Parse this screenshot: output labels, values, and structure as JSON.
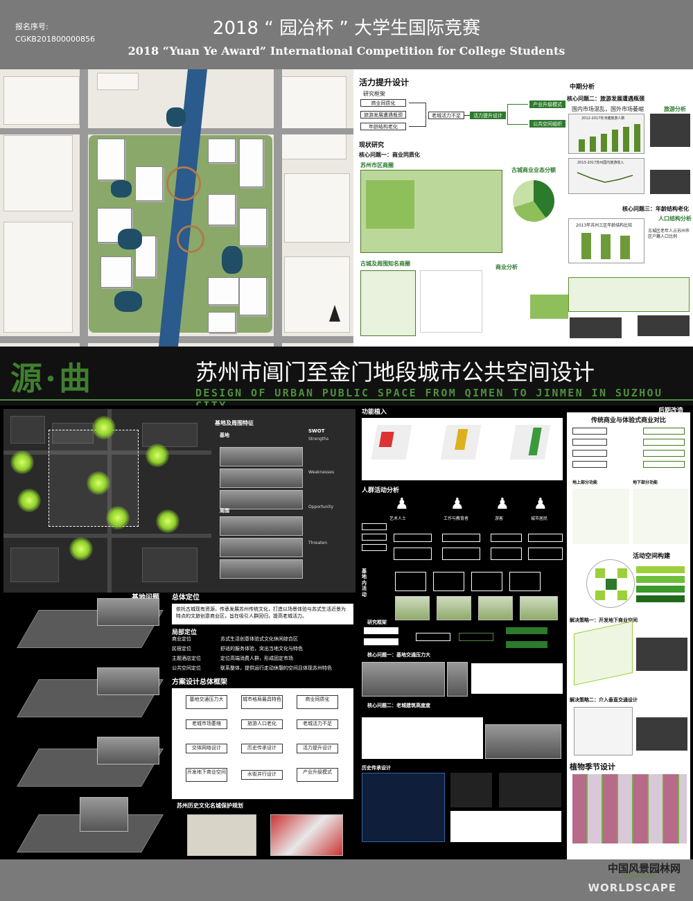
{
  "header": {
    "reg_label": "报名序号:",
    "reg_no": "CGKB201800000856",
    "title_cn": "2018 “ 园冶杯 ” 大学生国际竞赛",
    "title_en": "2018 “Yuan Ye Award” International Competition for College Students"
  },
  "top": {
    "vitality": "活力提升设计",
    "framework": "研究框架",
    "fw_left": [
      "商业同质化",
      "旅游发展遭遇瓶颈",
      "年龄结构老化"
    ],
    "fw_mid": "老城活力不足",
    "fw_mid2": "活力提升设计",
    "fw_right": [
      "产业升级模式",
      "公共空间组织"
    ],
    "status": "现状研究",
    "q1": "核心问题一：商业同质化",
    "suzhou_map": "苏州市区商圈",
    "old_city_share": "古城商业业态分额",
    "old_city_brands": "古城及周围知名商圈",
    "commerce_analysis": "商业分析",
    "midterm": "中期分析",
    "q2": "核心问题二：旅游发展遭遇瓶颈",
    "domestic": "国内市场混乱，国外市场萎缩",
    "tourism": "旅游分析",
    "q3": "核心问题三：年龄结构老化",
    "population": "人口结构分析",
    "chart1": "2012-2017年河塘旅游人数",
    "chart2": "2013-2017苏州国内旅游收入",
    "chart3": "2013年苏州三区年龄结构比较",
    "chart3_note": "古城区老年人占苏州市区户籍人口比例"
  },
  "band": {
    "mark": "源·曲",
    "project_cn": "苏州市阊门至金门地段城市公共空间设计",
    "project_en": "DESIGN OF URBAN PUBLIC SPACE FROM QIMEN TO JINMEN IN SUZHOU CITY"
  },
  "bottom": {
    "site_features": "基地及周围特征",
    "site": "基地",
    "around": "周围",
    "swot": "SWOT",
    "strengths": "Strengths",
    "weaknesses": "Weaknesses",
    "opportunity": "Opportunity",
    "threaten": "Threaten",
    "function": "功能植入",
    "crowd": "人群活动分析",
    "crowd_types": [
      "艺术人士",
      "工作与教育者",
      "游客",
      "城市居民"
    ],
    "site_activity": "基地内活动",
    "research_fw": "研究框架",
    "b_q1": "核心问题一：基地交通压力大",
    "b_q2": "核心问题二：老城建筑高度度",
    "history_design": "历史传承设计",
    "site_issue": "基地问题",
    "overall": "总体定位",
    "overall_text": "依托古城现有资源，传承发展苏州传统文化，打造以场景体验与苏式生活近景为特点的文旅创意商业区，旨在吸引人群回归，提高老城活力。",
    "local": "局部定位",
    "local_rows": [
      [
        "商业定位",
        "苏式生活创意体验式文化休闲综合区"
      ],
      [
        "民宿定位",
        "舒适的服务体验，突出当地文化与特色"
      ],
      [
        "主题酒店定位",
        "定位高端消费人群，形成固定市场"
      ],
      [
        "公共空间定位",
        "联系整体，提供运行走动休憩的空间且体现苏州特色"
      ]
    ],
    "scheme": "方案设计总体框架",
    "scheme_boxes": [
      "基地交通压力大",
      "城市格局最具特色",
      "商业同质化",
      "老城市场萎缩",
      "旅游人口老化",
      "老城活力不足",
      "交体网络设计",
      "历史传承设计",
      "活力提升设计",
      "开发地下商业空间",
      "水街并行设计",
      "产业升级模式"
    ],
    "protection": "苏州历史文化名城保护规划",
    "later": "后期改造",
    "compare": "传统商业与体验式商业对比",
    "ground": "地上部分功能",
    "underground": "地下部分功能",
    "activity_space": "活动空间构建",
    "strategy1": "解决策略一：开发地下商业空间",
    "strategy2": "解决策略二：介入垂直交通设计",
    "plants": "植物季节设计"
  },
  "footer": {
    "logo_cn": "中国风景园林网",
    "logo_url": "chla.com.cn",
    "logo_en": "WORLDSCAPE"
  }
}
